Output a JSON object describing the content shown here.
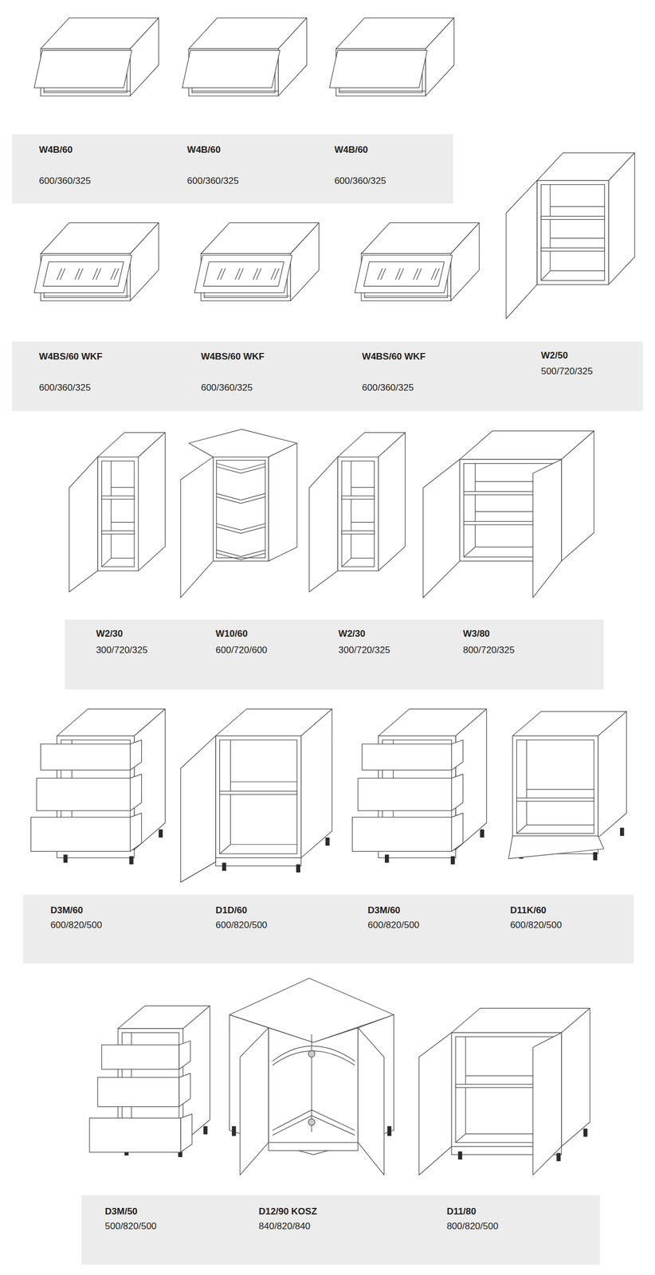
{
  "diagram": {
    "nodes": [
      {
        "text": [
          "W4B/60",
          "600/360/325",
          "W4B/60",
          "600/360/325",
          "W4B/60",
          "600/360/325"
        ]
      },
      {
        "text": [
          "W4BS/60 WKF",
          "600/360/325",
          "W4BS/60 WKF",
          "600/360/325",
          "W4BS/60 WKF",
          "600/360/325",
          "W2/50",
          "500/720/325"
        ]
      },
      {
        "text": [
          "W2/30",
          "300/720/325",
          "W10/60",
          "600/720/600",
          "W2/30",
          "300/720/325",
          "W3/80",
          "800/720/325"
        ]
      },
      {
        "text": [
          "D3M/60",
          "600/820/500",
          "D1D/60",
          "600/820/500",
          "D3M/60",
          "600/820/500",
          "D11K/60",
          "600/820/500"
        ]
      },
      {
        "text": [
          "D3M/50",
          "500/820/500",
          "D12/90 KOSZ",
          "840/820/840",
          "D11/80",
          "800/820/500"
        ]
      }
    ]
  }
}
